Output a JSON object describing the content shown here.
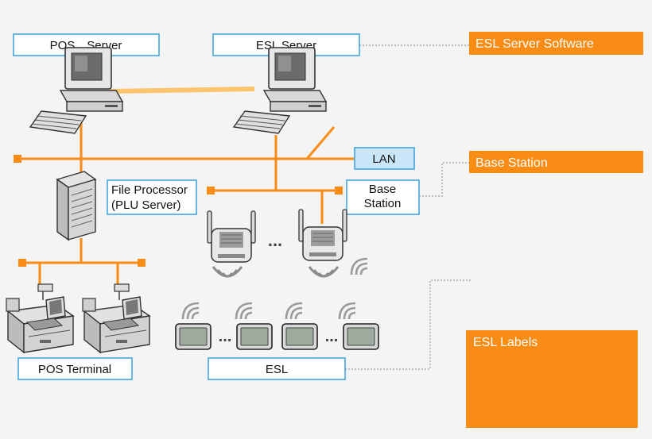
{
  "labels": {
    "pos_server": "POS　Server",
    "esl_server": "ESL Server",
    "lan": "LAN",
    "file_processor_line1": "File Processor",
    "file_processor_line2": "(PLU Server)",
    "base_station_line1": "Base",
    "base_station_line2": "Station",
    "pos_terminal": "POS Terminal",
    "esl": "ESL",
    "ellipsis": "..."
  },
  "legend": {
    "esl_server_software": "ESL Server Software",
    "base_station": "Base Station",
    "esl_labels": "ESL Labels"
  },
  "colors": {
    "orange": "#f98c14",
    "link_yellow": "#fcc46c",
    "box_border": "#3aa0dc",
    "lan_fill": "#c8e6f8",
    "background": "#f4f4f4"
  }
}
